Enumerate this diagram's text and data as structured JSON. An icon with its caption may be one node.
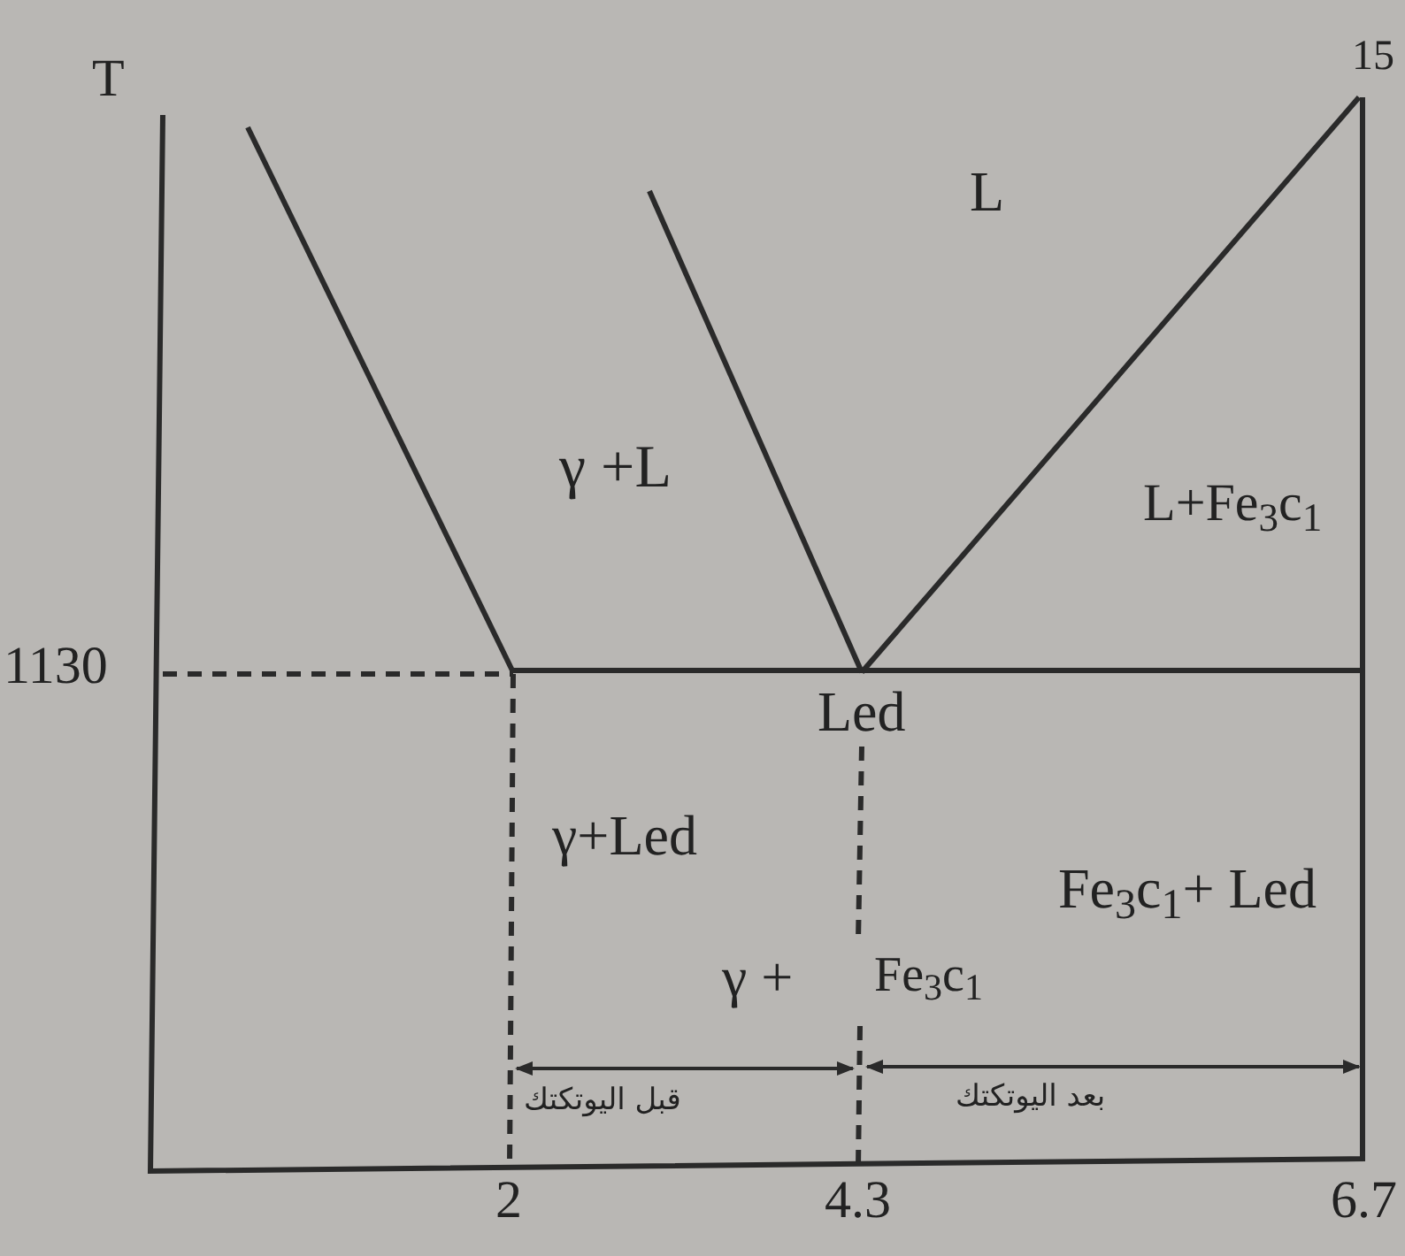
{
  "diagram": {
    "labels": [
      "T",
      "15",
      "L",
      "γ +L",
      "L+Fe$_{3}$c$_{1}$",
      "1130",
      "Led",
      "γ+Led",
      "Fe$_{3}$c$_{1}$+ Led",
      "γ +",
      "Fe$_{3}$c$_{1}$",
      "قبل اليوتكتك",
      "بعد اليوتكتك",
      "2",
      "4.3",
      "6.7"
    ]
  }
}
